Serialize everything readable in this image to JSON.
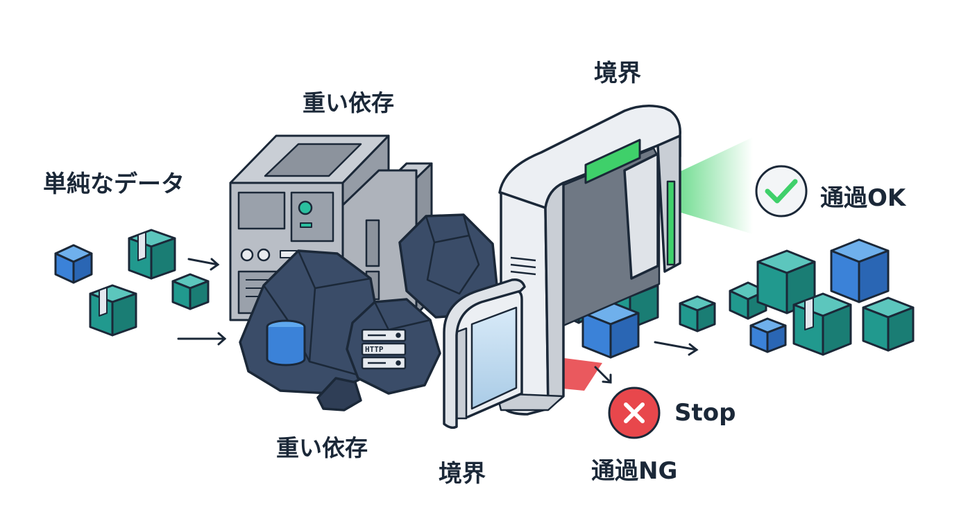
{
  "labels": {
    "simple_data": "単純なデータ",
    "heavy_dependency_top": "重い依存",
    "heavy_dependency_bottom": "重い依存",
    "boundary_top": "境界",
    "boundary_bottom": "境界",
    "pass_ok": "通過OK",
    "stop": "Stop",
    "pass_ng": "通過NG"
  },
  "icons": {
    "ok": "check-circle-icon",
    "ng": "x-circle-icon",
    "database": "database-icon",
    "server": "server-stack-icon"
  },
  "rock_server_label": "HTTP",
  "colors": {
    "outline": "#1b2838",
    "box_blue": "#3b82d8",
    "box_teal": "#21998e",
    "rock": "#3a4c68",
    "machine": "#b9bec6",
    "gate": "#eceff3",
    "ok_green": "#3fd06a",
    "ng_red": "#e8474c"
  }
}
